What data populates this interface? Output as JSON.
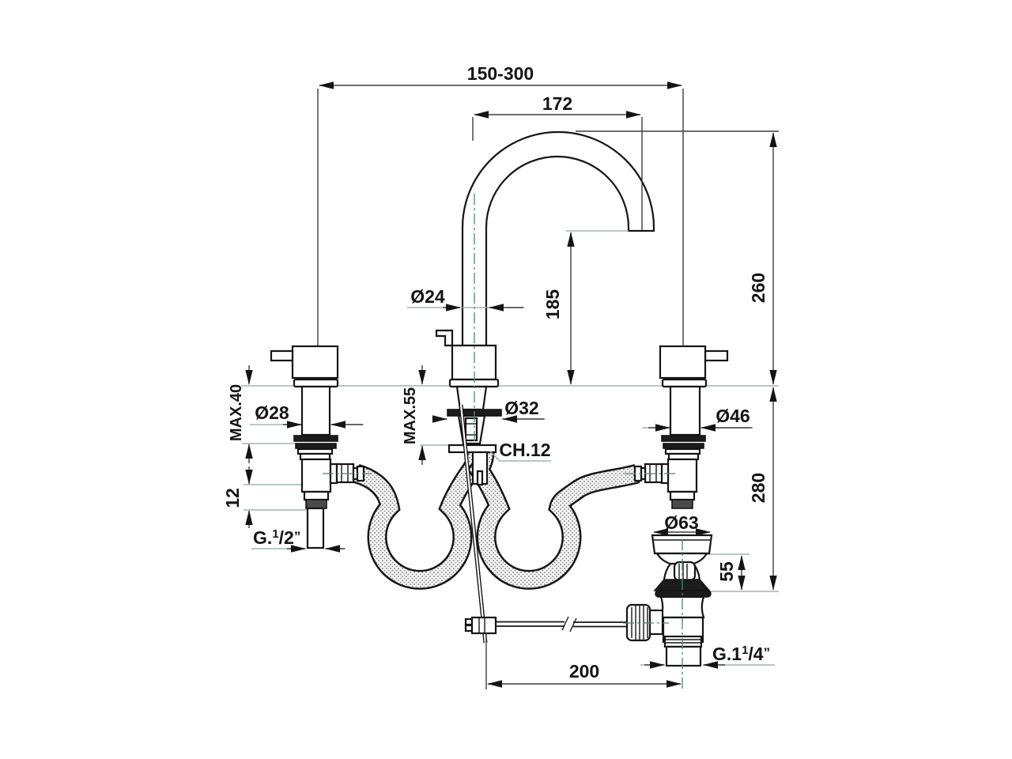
{
  "drawing": {
    "dims": {
      "span": "150-300",
      "reach": "172",
      "height_above_deck": "260",
      "height_below_deck": "280",
      "spout_outlet_height": "185",
      "spout_tube_dia": "Ø24",
      "left_shank_max": "MAX.40",
      "left_shank_dia": "Ø28",
      "center_shank_max": "MAX.55",
      "center_shank_dia": "Ø32",
      "hex_key": "CH.12",
      "right_shank_dia": "Ø46",
      "nipple_length": "12",
      "waste_flange_dia": "Ø63",
      "waste_height": "55",
      "rod_offset": "200",
      "g_half": {
        "p1": "G.",
        "sup": "1",
        "p2": "/2",
        "p3": "”"
      },
      "g_quarter": {
        "p1": "G.1",
        "sup": "1",
        "p2": "/4",
        "p3": "”"
      }
    }
  }
}
